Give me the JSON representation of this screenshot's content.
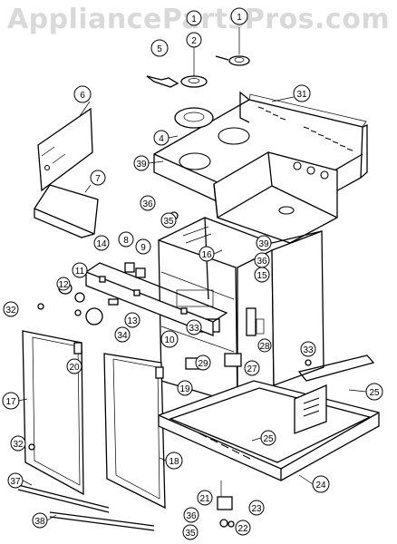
{
  "watermark": {
    "text": "AppliancePartsPros.com"
  },
  "callouts": [
    {
      "id": "c1a",
      "label": "1"
    },
    {
      "id": "c1b",
      "label": "1"
    },
    {
      "id": "c2",
      "label": "2"
    },
    {
      "id": "c4",
      "label": "4"
    },
    {
      "id": "c5",
      "label": "5"
    },
    {
      "id": "c6",
      "label": "6"
    },
    {
      "id": "c7",
      "label": "7"
    },
    {
      "id": "c8",
      "label": "8"
    },
    {
      "id": "c9",
      "label": "9"
    },
    {
      "id": "c10",
      "label": "10"
    },
    {
      "id": "c11",
      "label": "11"
    },
    {
      "id": "c12",
      "label": "12"
    },
    {
      "id": "c13",
      "label": "13"
    },
    {
      "id": "c14",
      "label": "14"
    },
    {
      "id": "c15",
      "label": "15"
    },
    {
      "id": "c16",
      "label": "16"
    },
    {
      "id": "c17",
      "label": "17"
    },
    {
      "id": "c18",
      "label": "18"
    },
    {
      "id": "c19",
      "label": "19"
    },
    {
      "id": "c20",
      "label": "20"
    },
    {
      "id": "c21",
      "label": "21"
    },
    {
      "id": "c22",
      "label": "22"
    },
    {
      "id": "c23",
      "label": "23"
    },
    {
      "id": "c24",
      "label": "24"
    },
    {
      "id": "c25a",
      "label": "25"
    },
    {
      "id": "c25b",
      "label": "25"
    },
    {
      "id": "c27",
      "label": "27"
    },
    {
      "id": "c28",
      "label": "28"
    },
    {
      "id": "c29",
      "label": "29"
    },
    {
      "id": "c31",
      "label": "31"
    },
    {
      "id": "c32a",
      "label": "32"
    },
    {
      "id": "c32b",
      "label": "32"
    },
    {
      "id": "c33a",
      "label": "33"
    },
    {
      "id": "c33b",
      "label": "33"
    },
    {
      "id": "c34",
      "label": "34"
    },
    {
      "id": "c35a",
      "label": "35"
    },
    {
      "id": "c35b",
      "label": "35"
    },
    {
      "id": "c36a",
      "label": "36"
    },
    {
      "id": "c36b",
      "label": "36"
    },
    {
      "id": "c36c",
      "label": "36"
    },
    {
      "id": "c37",
      "label": "37"
    },
    {
      "id": "c38",
      "label": "38"
    },
    {
      "id": "c39",
      "label": "39"
    },
    {
      "id": "c39b",
      "label": "39"
    }
  ]
}
